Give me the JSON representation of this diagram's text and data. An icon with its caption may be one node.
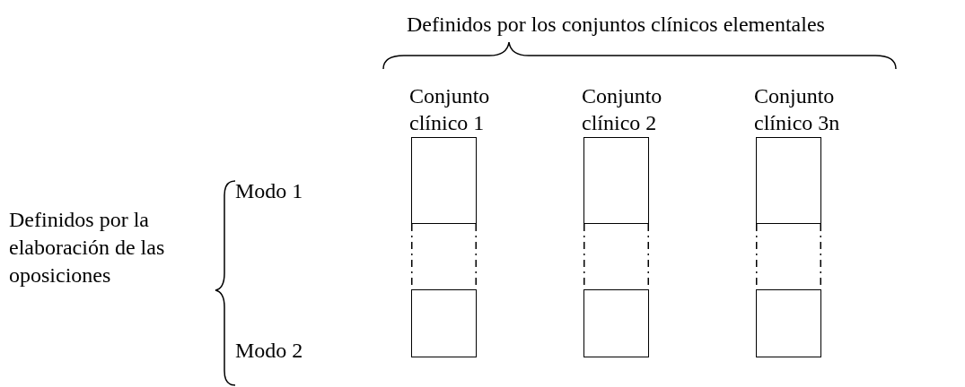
{
  "diagram": {
    "nodes": [
      {
        "text": [
          "Conjunto clínico 1"
        ]
      },
      {
        "text": [
          "Conjunto clínico 2"
        ]
      },
      {
        "text": [
          "Conjunto clínico 3n"
        ]
      },
      {
        "text": [],
        "shape": "box"
      },
      {
        "text": [],
        "shape": "box"
      },
      {
        "text": [],
        "shape": "box"
      }
    ],
    "edges": [
      {
        "from": 0,
        "to": 3,
        "arrow": "none",
        "style": "dashed"
      },
      {
        "from": 0,
        "to": 3,
        "arrow": "none",
        "style": "dashed"
      },
      {
        "from": 1,
        "to": 4,
        "arrow": "none",
        "style": "dashed"
      },
      {
        "from": 1,
        "to": 4,
        "arrow": "none",
        "style": "dashed"
      },
      {
        "from": 2,
        "to": 5,
        "arrow": "none",
        "style": "dashed"
      },
      {
        "from": 2,
        "to": 5,
        "arrow": "none",
        "style": "dashed"
      }
    ],
    "labels": [
      "Definidos por los conjuntos clínicos elementales",
      "Modo 1",
      "Definidos por la elaboración de las oposiciones",
      "Modo 2"
    ]
  }
}
